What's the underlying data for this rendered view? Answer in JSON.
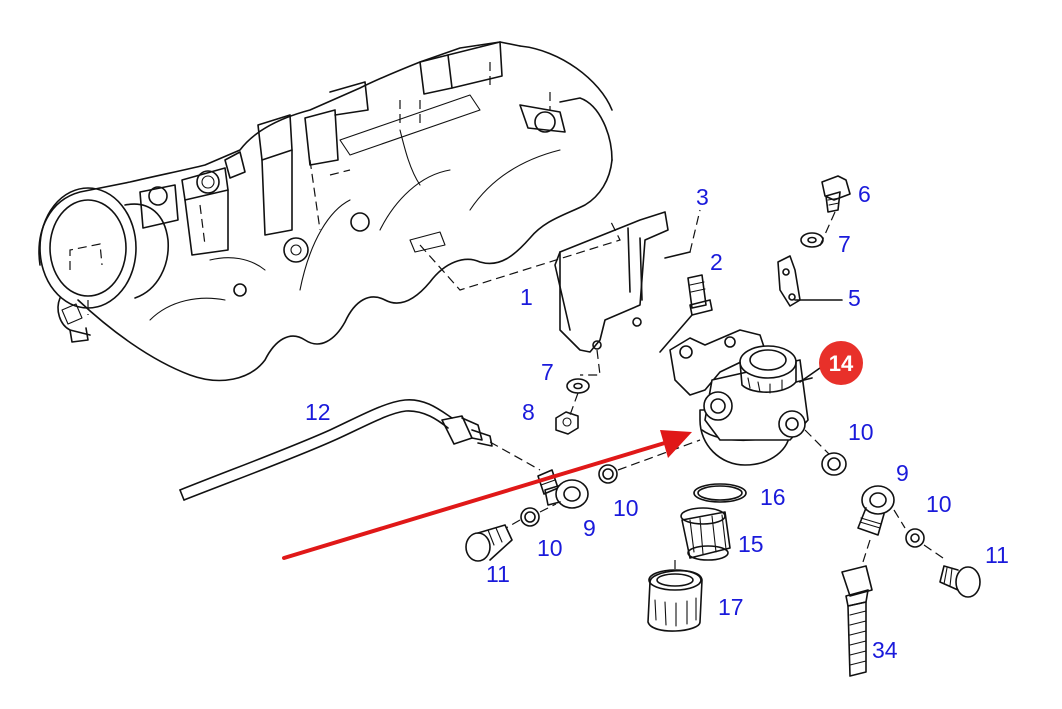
{
  "labels": {
    "p1": "1",
    "p2": "2",
    "p3": "3",
    "p5": "5",
    "p6": "6",
    "p7a": "7",
    "p7b": "7",
    "p8": "8",
    "p9a": "9",
    "p9b": "9",
    "p10a": "10",
    "p10b": "10",
    "p10c": "10",
    "p10d": "10",
    "p11a": "11",
    "p11b": "11",
    "p12": "12",
    "p14": "14",
    "p15": "15",
    "p16": "16",
    "p17": "17",
    "p34": "34"
  },
  "colors": {
    "label_color": "#1a1adb",
    "highlight_badge": "#e8302a",
    "arrow": "#e01818",
    "line_art": "#111111"
  },
  "highlighted_part": "14"
}
